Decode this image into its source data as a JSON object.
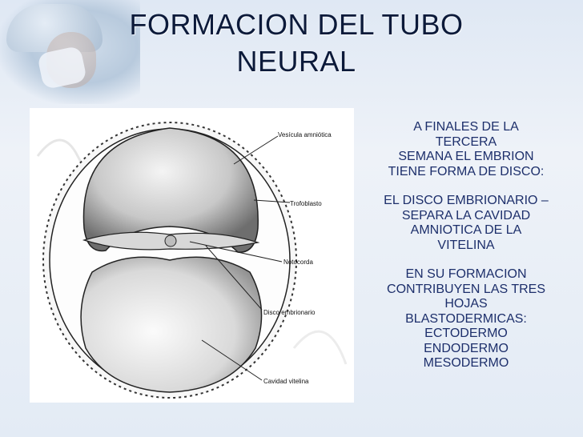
{
  "title": {
    "line1": "FORMACION DEL TUBO",
    "line2": "NEURAL"
  },
  "figure": {
    "labels": {
      "vesicula": "Vesícula amniótica",
      "trofoblasto": "Trofoblasto",
      "notocorda": "Notocorda",
      "disco": "Disco embrionario",
      "cavidad": "Cavidad vitelina"
    }
  },
  "body_text": {
    "para1": [
      "A FINALES DE LA",
      "TERCERA",
      "SEMANA EL EMBRION",
      "TIENE FORMA DE DISCO:"
    ],
    "para2": [
      "EL DISCO EMBRIONARIO –",
      "SEPARA LA CAVIDAD",
      "AMNIOTICA DE LA",
      "VITELINA"
    ],
    "para3": [
      "EN SU FORMACION",
      "CONTRIBUYEN LAS TRES",
      "HOJAS",
      "BLASTODERMICAS:",
      "ECTODERMO",
      "ENDODERMO",
      "MESODERMO"
    ]
  }
}
